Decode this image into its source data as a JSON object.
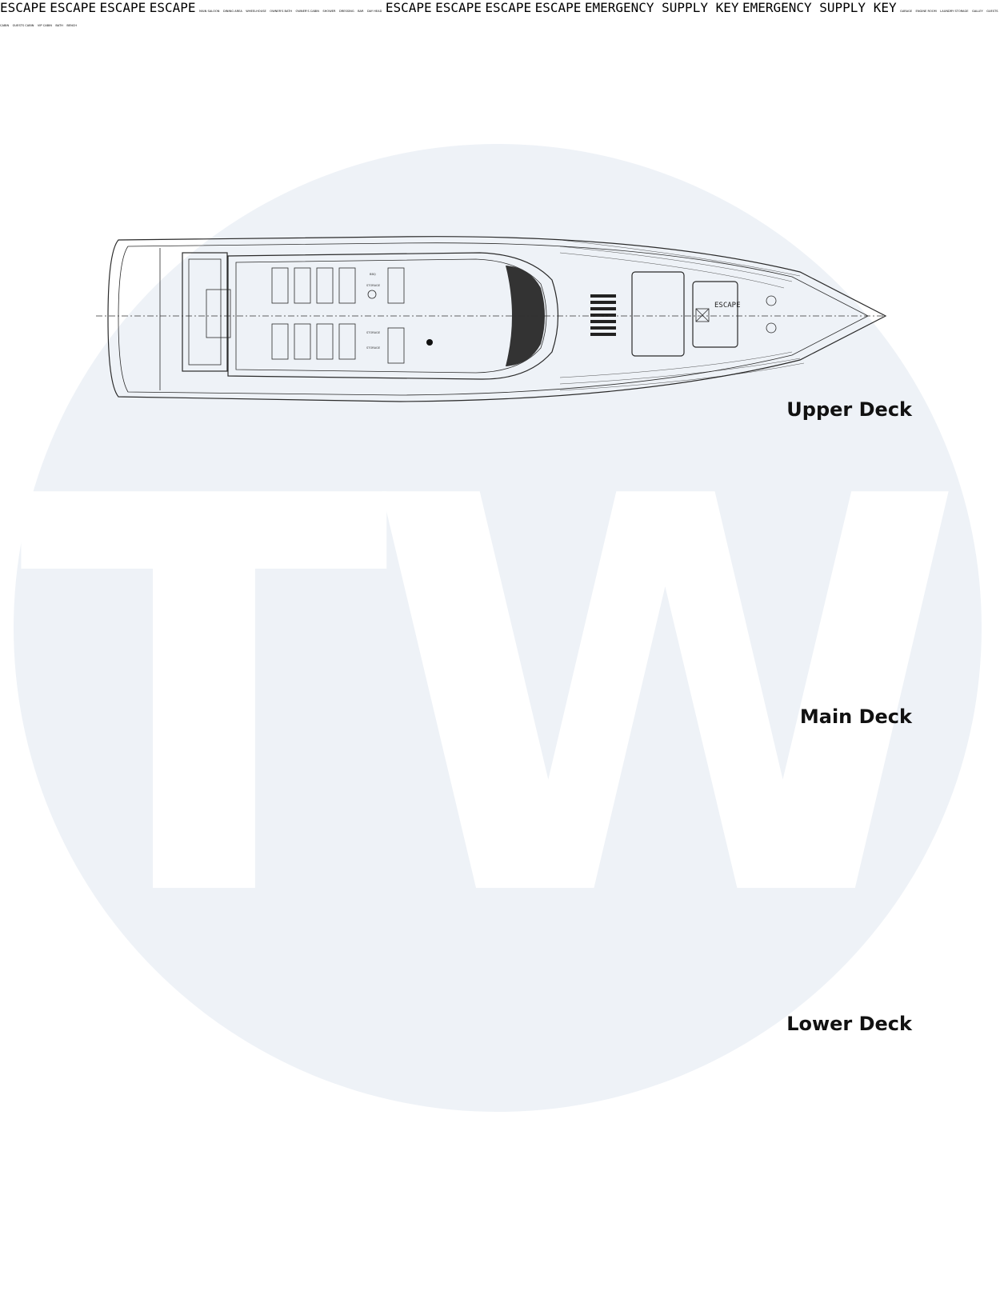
{
  "watermark": {
    "text": "TW",
    "circle_color": "#eef2f7",
    "letter_color": "#ffffff"
  },
  "decks": [
    {
      "id": "upper",
      "title": "Upper Deck",
      "labels": {
        "escape": "ESCAPE",
        "storage_1": "STORAGE",
        "storage_2": "STORAGE",
        "storage_3": "STORAGE",
        "bbq": "BBQ"
      }
    },
    {
      "id": "main",
      "title": "Main Deck",
      "labels": {
        "escape_aft": "ESCAPE",
        "escape_stern": "ESCAPE",
        "escape_saloon": "ESCAPE",
        "escape_fore": "ESCAPE",
        "main_saloon": "MAIN SALOON",
        "dining_area": "DINING AREA",
        "wheelhouse": "WHEELHOUSE",
        "owners_bath": "OWNER'S BATH",
        "owners_cabin": "OWNER'S CABIN",
        "shower": "SHOWER",
        "dressing": "DRESSING",
        "bar": "BAR",
        "day_head": "DAY HEAD"
      }
    },
    {
      "id": "lower",
      "title": "Lower Deck",
      "labels": {
        "escape_garage": "ESCAPE",
        "escape_stern": "ESCAPE",
        "escape_crew": "ESCAPE",
        "escape_fore": "ESCAPE",
        "emergency_key_1": "EMERGENCY SUPPLY KEY",
        "emergency_key_2": "EMERGENCY SUPPLY KEY",
        "garage": "GARAGE",
        "engine_room": "ENGINE ROOM",
        "laundry": "LAUNDRY STORAGE",
        "galley": "GALLEY",
        "guest_cabin_1": "GUESTS CABIN",
        "guest_cabin_2": "GUESTS CABIN",
        "vip_cabin": "VIP CABIN",
        "bath": "BATH",
        "bench": "BENCH"
      }
    }
  ]
}
